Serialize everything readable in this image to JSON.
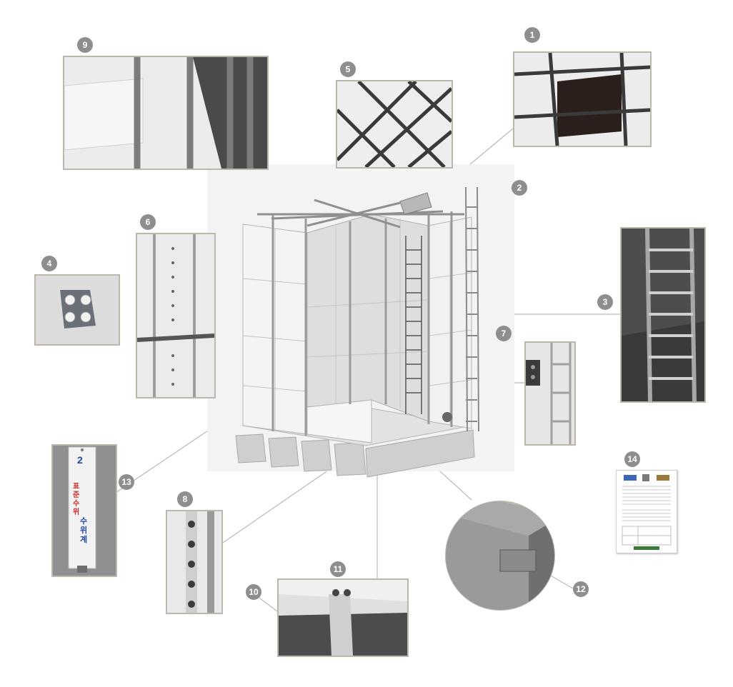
{
  "callouts": {
    "c1": "1",
    "c2": "2",
    "c3": "3",
    "c4": "4",
    "c5": "5",
    "c6": "6",
    "c7": "7",
    "c8": "8",
    "c9": "9",
    "c10": "10",
    "c11": "11",
    "c12": "12",
    "c13": "13",
    "c14": "14"
  },
  "gauge": {
    "number": "2",
    "standard_level": "표준수위",
    "level_gauge": "수위계"
  },
  "colors": {
    "panel_border": "#bdb6ac",
    "badge": "#8e8e8e",
    "leader": "#b9b9b9",
    "gauge_blue": "#2046a0",
    "gauge_red": "#d02828"
  }
}
